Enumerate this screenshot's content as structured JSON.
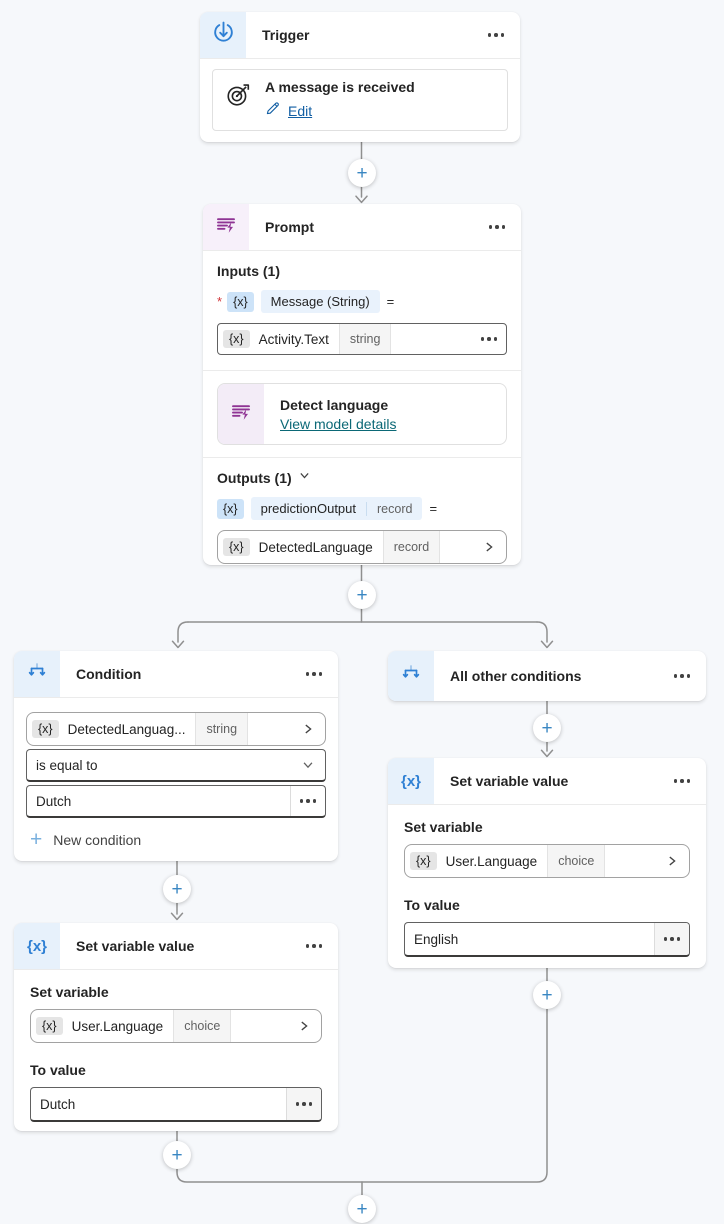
{
  "colors": {
    "canvas_bg": "#f6f8fb",
    "wire": "#8f8f8f",
    "accent_blue": "#2f80d4",
    "accent_purple": "#8f3494",
    "link_blue": "#115ea3",
    "link_teal": "#0b6876",
    "required_red": "#d13438"
  },
  "glyphs": {
    "plus": "+",
    "equals": "=",
    "required": "*"
  },
  "trigger": {
    "title": "Trigger",
    "item_name": "A message is received",
    "edit_label": "Edit"
  },
  "prompt": {
    "title": "Prompt",
    "inputs_label": "Inputs (1)",
    "pill_prefix": "{x}",
    "input_name": "Message (String)",
    "input_value": "Activity.Text",
    "input_type": "string",
    "model_name": "Detect language",
    "model_link": "View model details",
    "outputs_label": "Outputs (1)",
    "output_name": "predictionOutput",
    "output_type": "record",
    "output_value": "DetectedLanguage",
    "output_value_type": "record"
  },
  "condition": {
    "title": "Condition",
    "pill_prefix": "{x}",
    "operand": "DetectedLanguag...",
    "operand_type": "string",
    "operator": "is equal to",
    "value": "Dutch",
    "new_condition_label": "New condition"
  },
  "all_other": {
    "title": "All other conditions"
  },
  "set_variable_left": {
    "title": "Set variable value",
    "set_label": "Set variable",
    "pill_prefix": "{x}",
    "variable": "User.Language",
    "variable_type": "choice",
    "to_label": "To value",
    "value": "Dutch"
  },
  "set_variable_right": {
    "title": "Set variable value",
    "set_label": "Set variable",
    "pill_prefix": "{x}",
    "variable": "User.Language",
    "variable_type": "choice",
    "to_label": "To value",
    "value": "English"
  },
  "icons": {
    "trigger": "trigger-broadcast-arrow",
    "prompt": "text-lines-bolt",
    "condition": "branch-split",
    "set_variable": "{x}",
    "message_received": "target-arrow",
    "edit": "pencil",
    "more": "three-dots",
    "expand": "chevron-down",
    "open": "chevron-right",
    "insert": "plus-circle"
  }
}
